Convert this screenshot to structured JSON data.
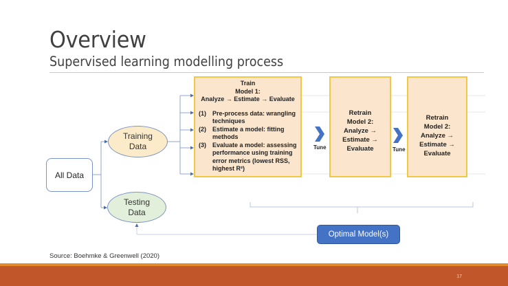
{
  "slide": {
    "title": "Overview",
    "subtitle": "Supervised learning modelling process",
    "source": "Source: Boehmke & Greenwell (2020)",
    "page_number": "17",
    "colors": {
      "footer_bar": "#c0562a",
      "footer_accent": "#e58b2e",
      "box_fill": "#fbe5cd",
      "box_border": "#f2c744",
      "training_fill": "#fbebc9",
      "testing_fill": "#e2efda",
      "optimal_fill": "#4472c4",
      "connector": "#7b93c4"
    }
  },
  "diagram": {
    "all_data": "All Data",
    "training_data": {
      "line1": "Training",
      "line2": "Data"
    },
    "testing_data": {
      "line1": "Testing",
      "line2": "Data"
    },
    "train_box": {
      "head1": "Train",
      "head2": "Model 1:",
      "head3": "Analyze → Estimate → Evaluate",
      "steps": [
        {
          "num": "(1)",
          "text": "Pre-process data: wrangling techniques"
        },
        {
          "num": "(2)",
          "text": "Estimate a model: fitting methods"
        },
        {
          "num": "(3)",
          "text": "Evaluate a model: assessing performance using training error metrics (lowest RSS, highest R²)"
        }
      ]
    },
    "tune_label_1": "Tune",
    "tune_label_2": "Tune",
    "retrain_box_1": {
      "line1": "Retrain",
      "line2": "Model 2:",
      "line3": "Analyze →",
      "line4": "Estimate →",
      "line5": "Evaluate"
    },
    "retrain_box_2": {
      "line1": "Retrain",
      "line2": "Model 2:",
      "line3": "Analyze →",
      "line4": "Estimate →",
      "line5": "Evaluate"
    },
    "optimal_models": "Optimal Model(s)"
  }
}
